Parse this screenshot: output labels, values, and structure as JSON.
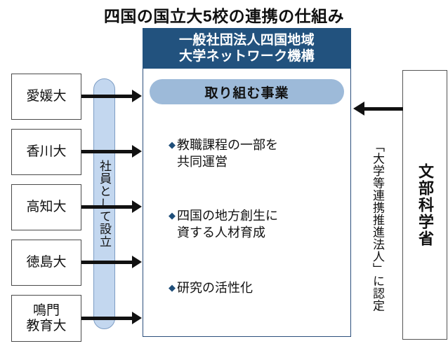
{
  "title": "四国の国立大5校の連携の仕組み",
  "universities": [
    {
      "name": "愛媛大",
      "lines": [
        "愛媛大"
      ]
    },
    {
      "name": "香川大",
      "lines": [
        "香川大"
      ]
    },
    {
      "name": "高知大",
      "lines": [
        "高知大"
      ]
    },
    {
      "name": "徳島大",
      "lines": [
        "徳島大"
      ]
    },
    {
      "name": "鳴門教育大",
      "lines": [
        "鳴門",
        "教育大"
      ]
    }
  ],
  "capsule": {
    "label": "社員として設立"
  },
  "organization": {
    "header_line1": "一般社団法人四国地域",
    "header_line2": "大学ネットワーク機構",
    "section_pill": "取り組む事業",
    "bullets": [
      {
        "marker": "◆",
        "line1": "教職課程の一部を",
        "line2": "共同運営"
      },
      {
        "marker": "◆",
        "line1": "四国の地方創生に",
        "line2": "資する人材育成"
      },
      {
        "marker": "◆",
        "line1": "研究の活性化",
        "line2": ""
      }
    ]
  },
  "ministry": {
    "label": "文部科学省"
  },
  "annotation": {
    "text": "「大学等連携推進法人」に認定"
  },
  "colors": {
    "header_navy": "#22527e",
    "panel_border": "#2c4f7c",
    "pill_blue": "#9dbad9",
    "capsule_blue": "#c3d7ef",
    "capsule_border": "#7d9dc4",
    "bullet_diamond": "#1f4e79",
    "box_border": "#4a4a4a",
    "arrow_black": "#111111"
  }
}
